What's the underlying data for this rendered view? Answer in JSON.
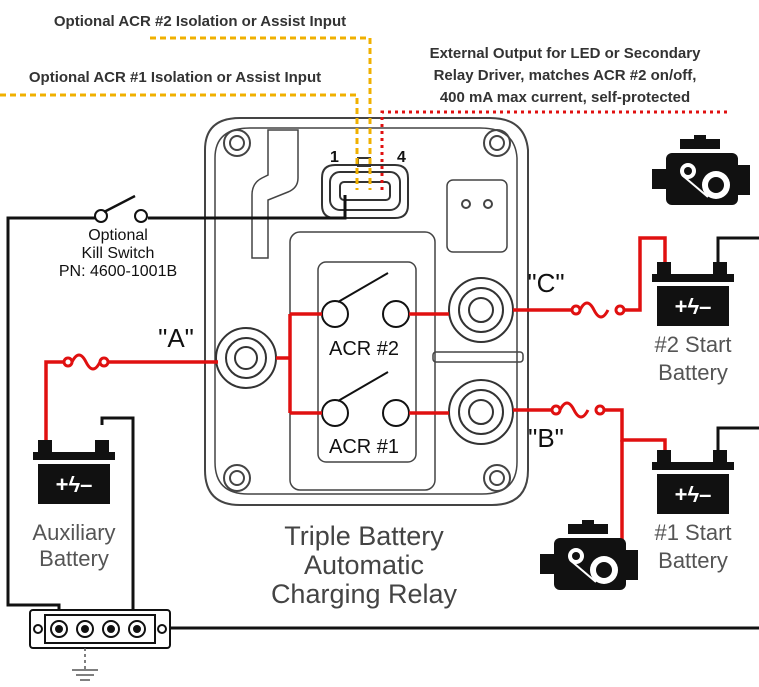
{
  "labels": {
    "acr2_input": "Optional ACR #2 Isolation or Assist Input",
    "acr1_input": "Optional ACR #1 Isolation or Assist Input",
    "external_output_line1": "External Output for LED or Secondary",
    "external_output_line2": "Relay Driver, matches ACR #2 on/off,",
    "external_output_line3": "400 mA max current, self-protected",
    "kill_switch_line1": "Optional",
    "kill_switch_line2": "Kill Switch",
    "kill_switch_line3": "PN: 4600-1001B",
    "terminal_a": "\"A\"",
    "terminal_b": "\"B\"",
    "terminal_c": "\"C\"",
    "acr2": "ACR #2",
    "acr1": "ACR #1",
    "pin1": "1",
    "pin4": "4",
    "aux_battery_line1": "Auxiliary",
    "aux_battery_line2": "Battery",
    "start2_line1": "#2 Start",
    "start2_line2": "Battery",
    "start1_line1": "#1 Start",
    "start1_line2": "Battery",
    "title_line1": "Triple Battery",
    "title_line2": "Automatic",
    "title_line3": "Charging Relay",
    "battery_symbol": "+ϟ–"
  },
  "colors": {
    "positive_wire": "#e01010",
    "negative_wire": "#111111",
    "optional_wire": "#f0b000",
    "output_wire": "#e01010",
    "housing_stroke": "#444444"
  },
  "icons": [
    "engine-icon",
    "battery-icon",
    "ground-icon",
    "fuse-icon",
    "switch-icon",
    "connector-icon"
  ]
}
